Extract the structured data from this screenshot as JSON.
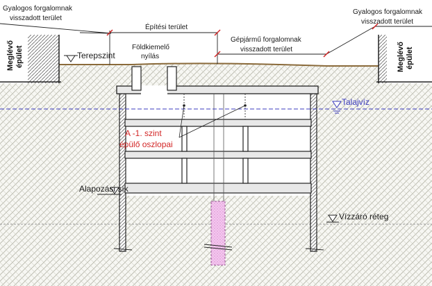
{
  "labels": {
    "pedestrian_left": [
      "Gyalogos forgalomnak",
      "visszadott terület"
    ],
    "pedestrian_right": [
      "Gyalogos forgalomnak",
      "visszadott terület"
    ],
    "construction_area": "Építési terület",
    "vehicle_area": [
      "Gépjármű forgalomnak",
      "visszadott terület"
    ],
    "earth_removal": [
      "Földkiemelő",
      "nyílás"
    ],
    "existing_building_left": [
      "Meglévő",
      "épület"
    ],
    "existing_building_right": [
      "Meglévő",
      "épület"
    ],
    "ground_level": "Terepszint",
    "groundwater": "Talajvíz",
    "columns": [
      "A -1. szint",
      "épülő oszlopai"
    ],
    "foundation_level": "Alapozási sík",
    "impermeable_layer": "Vízzáró réteg"
  },
  "colors": {
    "soil_hatch": "#b5b5a8",
    "ground_line": "#8a6a3a",
    "groundwater_line": "#3b3bbf",
    "columns_text": "#d22525",
    "dimension_tick": "#d22525",
    "slab_fill": "#e8e8e8",
    "pile_fill": "#f4c6ef"
  }
}
